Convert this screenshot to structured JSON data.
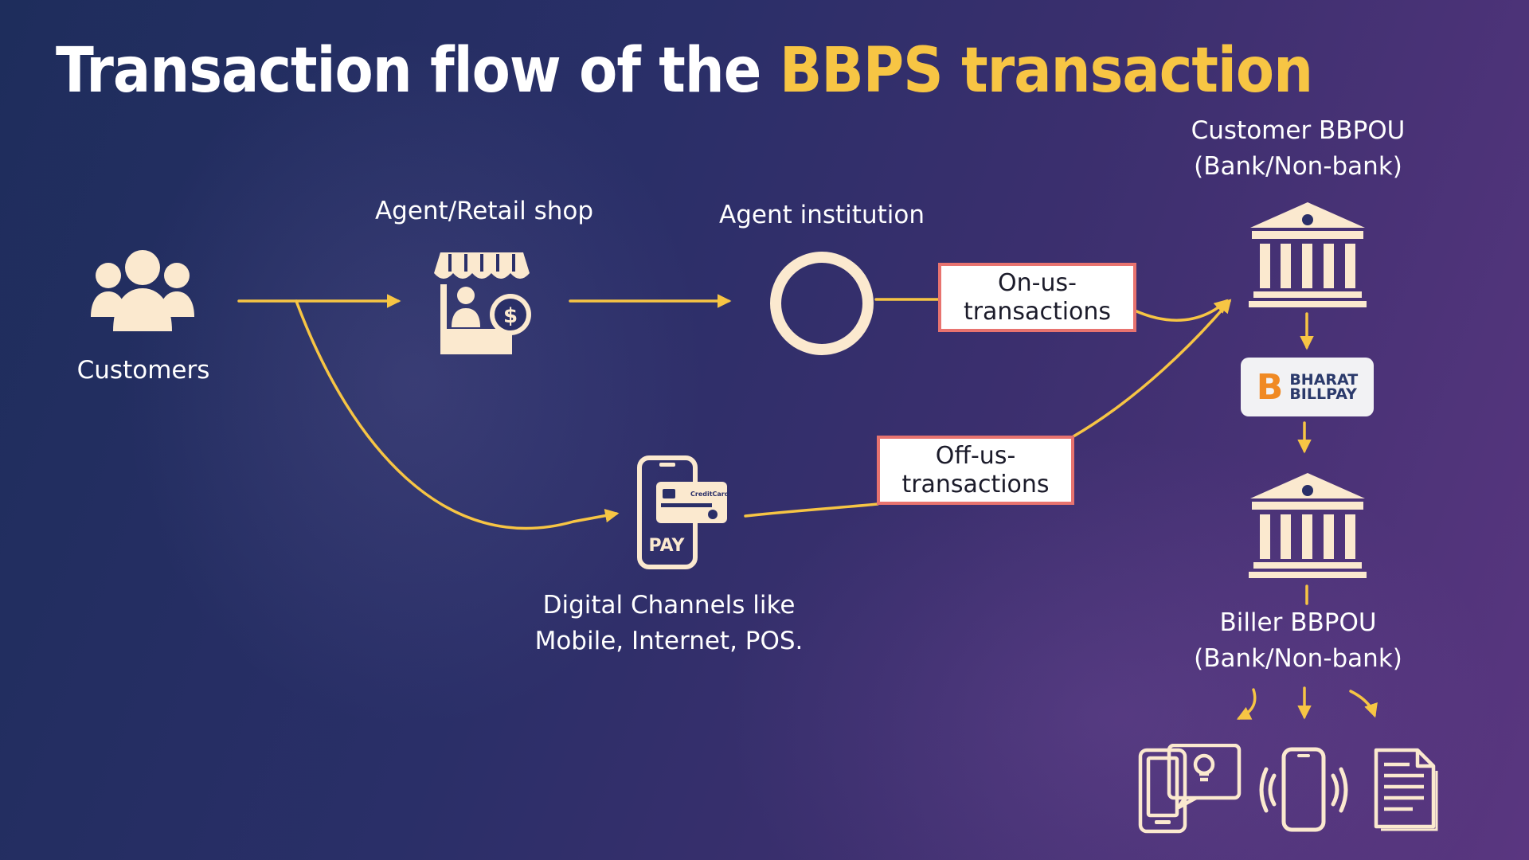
{
  "title": {
    "prefix": "Transaction flow of the ",
    "highlight": "BBPS transaction"
  },
  "nodes": {
    "customers": "Customers",
    "agent_shop": "Agent/Retail shop",
    "agent_institution": "Agent institution",
    "digital_line1": "Digital Channels like",
    "digital_line2": "Mobile, Internet, POS.",
    "customer_bbpou_line1": "Customer BBPOU",
    "customer_bbpou_line2": "(Bank/Non-bank)",
    "biller_bbpou_line1": "Biller BBPOU",
    "biller_bbpou_line2": "(Bank/Non-bank)"
  },
  "boxes": {
    "on_us_line1": "On-us-",
    "on_us_line2": "transactions",
    "off_us_line1": "Off-us-",
    "off_us_line2": "transactions"
  },
  "pay_card": {
    "pay_label": "PAY",
    "card_label": "CreditCard"
  },
  "logo": {
    "letter": "B",
    "line1": "BHARAT",
    "line2": "BILLPAY"
  },
  "colors": {
    "accent": "#f7c544",
    "icon": "#fbe9cf",
    "box_border": "#e8736f",
    "text": "#ffffff"
  },
  "icons": [
    "customers-icon",
    "retail-shop-icon",
    "agent-ring-icon",
    "mobile-pay-icon",
    "bank-icon",
    "bharat-billpay-logo",
    "bill-devices-icon",
    "mobile-signal-icon",
    "document-icon"
  ]
}
